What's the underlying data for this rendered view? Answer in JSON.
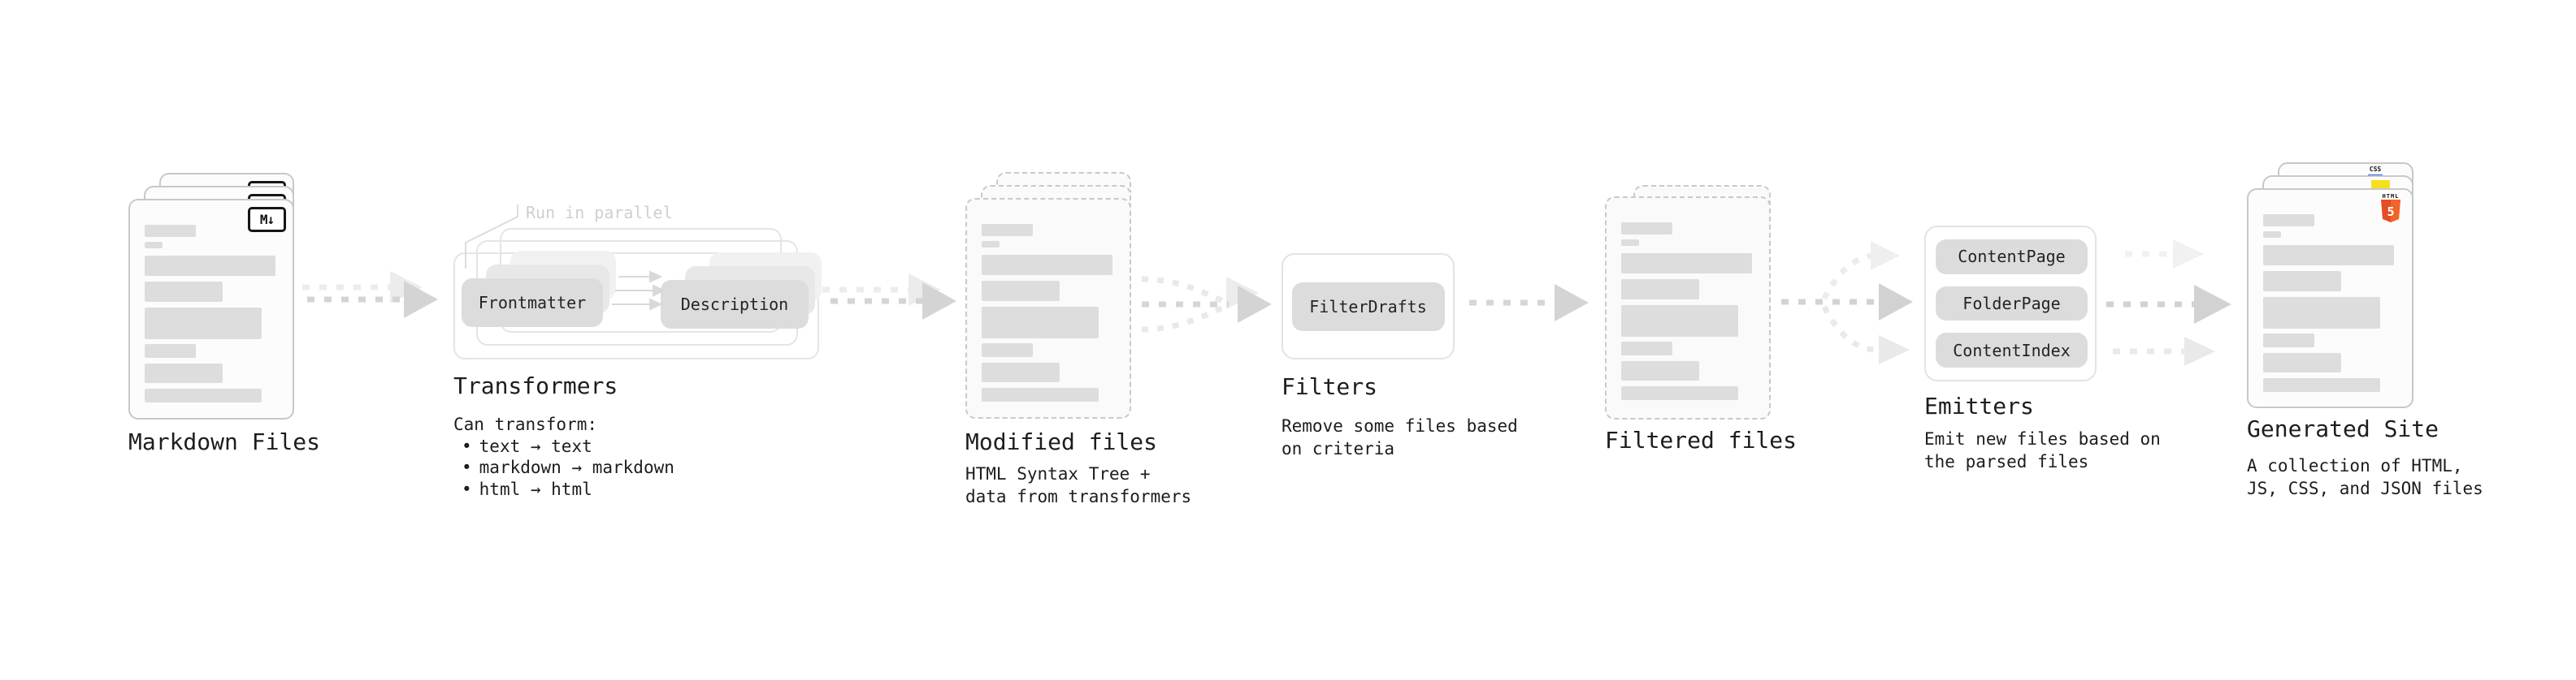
{
  "colors": {
    "js_yellow": "#f7df1e",
    "css_blue": "#2b63f1",
    "html5_orange": "#e44d26",
    "html5_orange_light": "#f16529"
  },
  "file_card_bars": [
    [
      63,
      15,
      0
    ],
    [
      22,
      8,
      6
    ],
    [
      161,
      25,
      9
    ],
    [
      96,
      25,
      7
    ],
    [
      144,
      39,
      7
    ],
    [
      63,
      17,
      6
    ],
    [
      96,
      24,
      7
    ],
    [
      144,
      17,
      7
    ]
  ],
  "stages": {
    "markdown_files": {
      "label": "Markdown Files",
      "badge": "M↓"
    },
    "transformers": {
      "label": "Transformers",
      "note": "Run in parallel",
      "pill_left": "Frontmatter",
      "pill_right": "Description",
      "desc_title": "Can transform:",
      "bullet_char": "•",
      "bullets": [
        "text → text",
        "markdown → markdown",
        "html → html"
      ]
    },
    "modified_files": {
      "label": "Modified files",
      "sub": [
        "HTML Syntax Tree +",
        "data from transformers"
      ]
    },
    "filters": {
      "label": "Filters",
      "pill": "FilterDrafts",
      "sub": [
        "Remove some files based",
        "on criteria"
      ]
    },
    "filtered_files": {
      "label": "Filtered files"
    },
    "emitters": {
      "label": "Emitters",
      "pills": [
        "ContentPage",
        "FolderPage",
        "ContentIndex"
      ],
      "sub": [
        "Emit new files based on",
        "the parsed files"
      ]
    },
    "generated_site": {
      "label": "Generated Site",
      "badge_css": "CSS",
      "badge_html5_word": "HTML",
      "badge_html5_number": "5",
      "sub": [
        "A collection of HTML,",
        "JS, CSS, and JSON files"
      ]
    }
  }
}
